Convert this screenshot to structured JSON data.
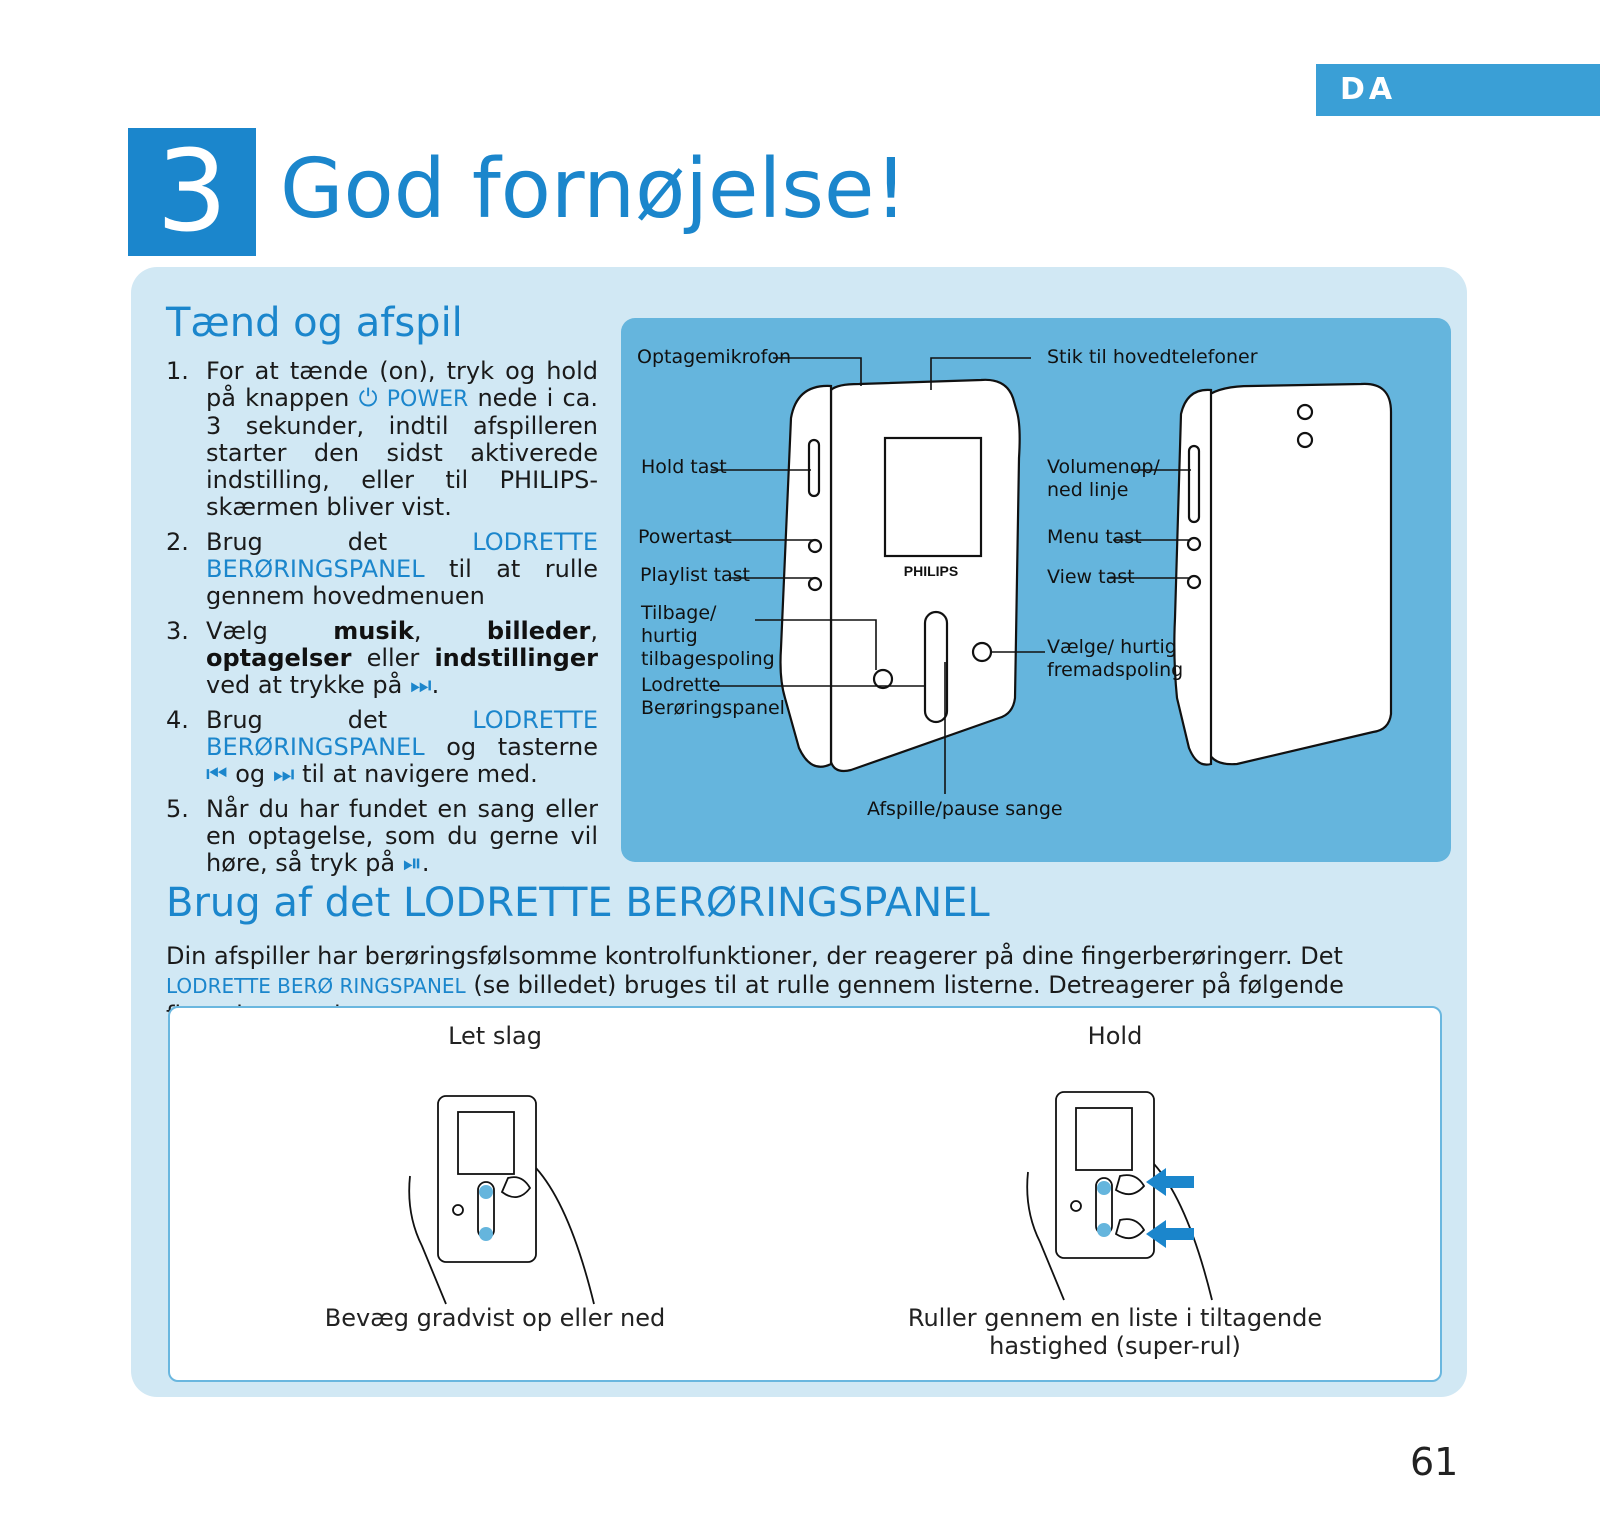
{
  "header": {
    "lang": "DA",
    "chapter_number": "3",
    "chapter_title": "God fornøjelse!"
  },
  "section1": {
    "title": "Tænd og afspil",
    "steps": [
      {
        "num": "1.",
        "a": "For at tænde (on), tryk og hold på knappen",
        "power_icon": "⏻",
        "power": "POWER",
        "b": "nede i ca. 3 sekunder, indtil afspilleren starter den sidst aktiverede indstilling, eller til PHILIPS-skærmen bliver vist."
      },
      {
        "num": "2.",
        "a": "Brug det",
        "panel": "LODRETTE BERØRINGSPANEL",
        "b": "til at rulle gennem hovedmenuen"
      },
      {
        "num": "3.",
        "a": "Vælg",
        "k1": "musik",
        "s1": ",",
        "k2": "billeder",
        "s2": ",",
        "k3": "optagelser",
        "s3": "eller",
        "k4": "indstillinger",
        "b": "ved at trykke på",
        "icon": "⏭",
        "end": "."
      },
      {
        "num": "4.",
        "a": "Brug det",
        "panel": "LODRETTE BERØRINGSPANEL",
        "b": "og tasterne",
        "icon_prev": "⏮",
        "og": "og",
        "icon_next": "⏭",
        "c": "til at navigere med."
      },
      {
        "num": "5.",
        "a": "Når du har fundet en sang eller en optagelse, som du gerne vil høre, så tryk på",
        "icon": "⏯",
        "end": "."
      }
    ]
  },
  "diagram": {
    "labels": {
      "mic": "Optagemikrofon",
      "headphones": "Stik til hovedtelefoner",
      "hold": "Hold tast",
      "power": "Powertast",
      "playlist": "Playlist tast",
      "back": "Tilbage/ hurtig tilbagespoling",
      "touchpad": "Lodrette Berøringspanel",
      "playpause": "Afspille/pause sange",
      "volume": "Volumenop/ ned linje",
      "menu": "Menu tast",
      "view": "View tast",
      "select": "Vælge/ hurtig fremadspoling"
    },
    "brand": "PHILIPS"
  },
  "section2": {
    "title": "Brug af det LODRETTE BERØRINGSPANEL",
    "intro_a": "Din afspiller har berøringsfølsomme kontrolfunktioner, der reagerer på dine fingerberøringerr. Det",
    "intro_panel": "LODRETTE BERØ RINGSPANEL",
    "intro_b": "(se billedet) bruges til at rulle gennem listerne. Detreagerer på følgende fingerbevægelser:",
    "gestures": [
      {
        "title": "Let slag",
        "caption": "Bevæg gradvist op eller ned"
      },
      {
        "title": "Hold",
        "caption": "Ruller gennem en liste i tiltagende hastighed (super-rul)"
      }
    ]
  },
  "page_number": "61"
}
